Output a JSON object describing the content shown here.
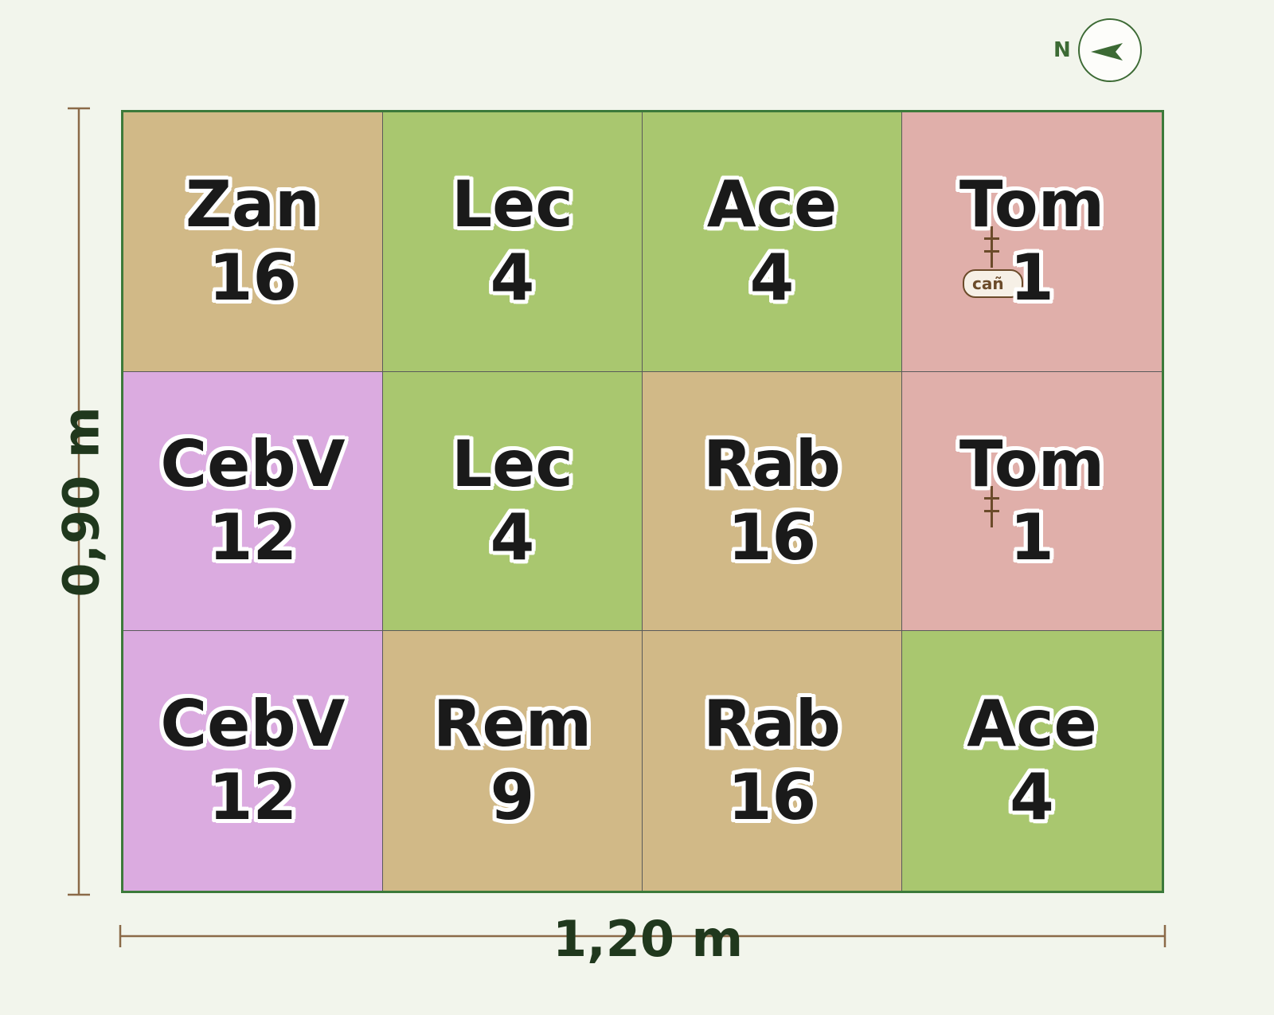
{
  "compass": {
    "label": "N"
  },
  "dimensions": {
    "width": "1,20 m",
    "height": "0,90 m"
  },
  "cane_label": "cañ",
  "colors": {
    "background": "#f2f5ec",
    "brown": "#d1b987",
    "green": "#a9c76f",
    "pink": "#e0afaa",
    "purple": "#dbabe0",
    "border": "#3c7a3a",
    "dimension_line": "#8b6a48"
  },
  "grid": [
    {
      "crop": "Zan",
      "count": "16",
      "color": "brown"
    },
    {
      "crop": "Lec",
      "count": "4",
      "color": "green"
    },
    {
      "crop": "Ace",
      "count": "4",
      "color": "green"
    },
    {
      "crop": "Tom",
      "count": "1",
      "color": "pink",
      "stake": true,
      "cane_tag": true
    },
    {
      "crop": "CebV",
      "count": "12",
      "color": "purple"
    },
    {
      "crop": "Lec",
      "count": "4",
      "color": "green"
    },
    {
      "crop": "Rab",
      "count": "16",
      "color": "brown"
    },
    {
      "crop": "Tom",
      "count": "1",
      "color": "pink",
      "stake": true
    },
    {
      "crop": "CebV",
      "count": "12",
      "color": "purple"
    },
    {
      "crop": "Rem",
      "count": "9",
      "color": "brown"
    },
    {
      "crop": "Rab",
      "count": "16",
      "color": "brown"
    },
    {
      "crop": "Ace",
      "count": "4",
      "color": "green"
    }
  ]
}
